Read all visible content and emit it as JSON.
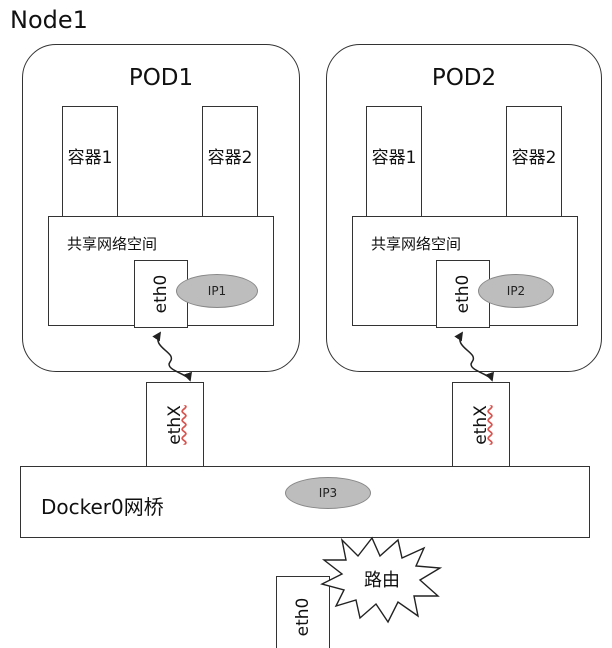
{
  "node": {
    "title": "Node1"
  },
  "pods": [
    {
      "title": "POD1",
      "containers": [
        "容器1",
        "容器2"
      ],
      "namespace_label": "共享网络空间",
      "interface": "eth0",
      "ip": "IP1",
      "veth": "ethX"
    },
    {
      "title": "POD2",
      "containers": [
        "容器1",
        "容器2"
      ],
      "namespace_label": "共享网络空间",
      "interface": "eth0",
      "ip": "IP2",
      "veth": "ethX"
    }
  ],
  "bridge": {
    "label": "Docker0网桥",
    "ip": "IP3"
  },
  "routing": {
    "label": "路由"
  },
  "host_interface": {
    "label": "eth0"
  },
  "colors": {
    "ip_fill": "#bdbdbd",
    "underline": "#d9534f",
    "stroke": "#333333"
  }
}
